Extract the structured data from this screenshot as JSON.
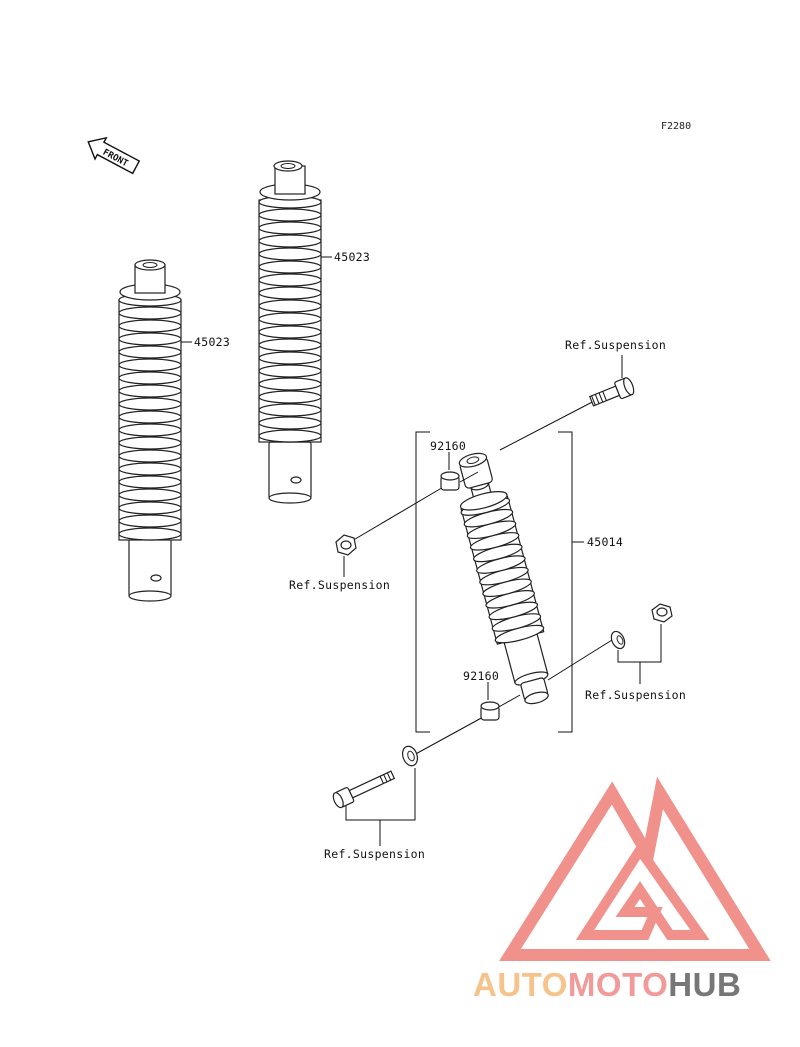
{
  "diagram_code": "F2280",
  "front_arrow_label": "FRONT",
  "parts": {
    "left_spring": "45023",
    "mid_spring": "45023",
    "shock_assembly": "45014",
    "bushing_upper": "92160",
    "bushing_lower": "92160"
  },
  "references": {
    "top_bolt": "Ref.Suspension",
    "upper_nut": "Ref.Suspension",
    "lower_right": "Ref.Suspension",
    "lower_bolt": "Ref.Suspension"
  },
  "watermark": {
    "part1": "AUTO",
    "part2": "MOTO",
    "part3": "HUB",
    "color_auto": "#f6c48a",
    "color_moto": "#f29a9a",
    "color_hub": "#777777",
    "logo_color": "#f08c86"
  }
}
